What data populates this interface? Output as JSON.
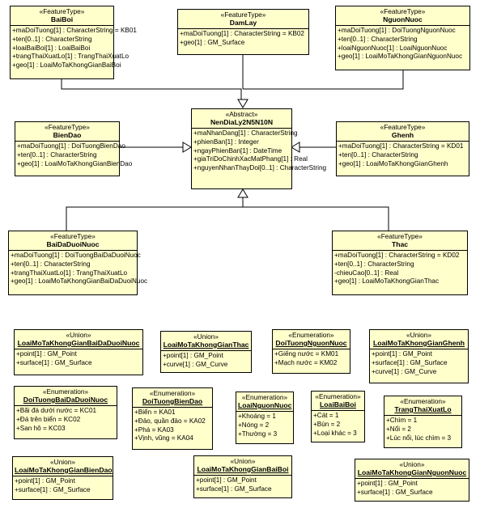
{
  "classes": {
    "baiboi": {
      "stereotype": "«FeatureType»",
      "name": "BaiBoi",
      "attributes": [
        "+maDoiTuong[1] : CharacterString = KB01",
        "+ten[0..1] : CharacterString",
        "+loaiBaiBoi[1] : LoaiBaiBoi",
        "+trangThaiXuatLo[1] : TrangThaiXuatLo",
        "+geo[1] : LoaiMoTaKhongGianBaiBoi"
      ]
    },
    "damlay": {
      "stereotype": "«FeatureType»",
      "name": "DamLay",
      "attributes": [
        "+maDoiTuong[1] : CharacterString = KB02",
        "+geo[1] : GM_Surface"
      ]
    },
    "nguonnuoc": {
      "stereotype": "«FeatureType»",
      "name": "NguonNuoc",
      "attributes": [
        "+maDoiTuong[1] : DoiTuongNguonNuoc",
        "+ten[0..1] : CharacterString",
        "+loaiNguonNuoc[1] : LoaiNguonNuoc",
        "+geo[1] : LoaiMoTaKhongGianNguonNuoc"
      ]
    },
    "abstract": {
      "stereotype": "«Abstract»",
      "name": "NenDiaLy2N5N10N",
      "attributes": [
        "+maNhanDang[1] : CharacterString",
        "+phienBan[1] : Integer",
        "+ngayPhienBan[1] : DateTime",
        "+giaTriDoChinhXacMatPhang[1] : Real",
        "+nguyenNhanThayDoi[0..1] : CharacterString"
      ]
    },
    "biendao": {
      "stereotype": "«FeatureType»",
      "name": "BienDao",
      "attributes": [
        "+maDoiTuong[1] : DoiTuongBienDao",
        "+ten[0..1] : CharacterString",
        "+geo[1] : LoaiMoTaKhongGianBienDao"
      ]
    },
    "ghenh": {
      "stereotype": "«FeatureType»",
      "name": "Ghenh",
      "attributes": [
        "+maDoiTuong[1] : CharacterString = KD01",
        "+ten[0..1] : CharacterString",
        "+geo[1] : LoaiMoTaKhongGianGhenh"
      ]
    },
    "baidaduoinuoc": {
      "stereotype": "«FeatureType»",
      "name": "BaiDaDuoiNuoc",
      "attributes": [
        "+maDoiTuong[1] : DoiTuongBaiDaDuoiNuoc",
        "+ten[0..1] : CharacterString",
        "+trangThaiXuatLo[1] : TrangThaiXuatLo",
        "+geo[1] : LoaiMoTaKhongGianBaiDaDuoiNuoc"
      ]
    },
    "thac": {
      "stereotype": "«FeatureType»",
      "name": "Thac",
      "attributes": [
        "+maDoiTuong[1] : CharacterString = KD02",
        "+ten[0..1] : CharacterString",
        "-chieuCao[0..1] : Real",
        "+geo[1] : LoaiMoTaKhongGianThac"
      ]
    },
    "u_baidaduoinuoc": {
      "stereotype": "«Union»",
      "name": "LoaiMoTaKhongGianBaiDaDuoiNuoc",
      "attributes": [
        "+point[1] : GM_Point",
        "+surface[1] : GM_Surface"
      ]
    },
    "u_thac": {
      "stereotype": "«Union»",
      "name": "LoaiMoTaKhongGianThac",
      "attributes": [
        "+point[1] : GM_Point",
        "+curve[1] : GM_Curve"
      ]
    },
    "e_doituongnguonnuoc": {
      "stereotype": "«Enumeration»",
      "name": "DoiTuongNguonNuoc",
      "attributes": [
        "+Giếng nước = KM01",
        "+Mạch nước = KM02"
      ]
    },
    "u_ghenh": {
      "stereotype": "«Union»",
      "name": "LoaiMoTaKhongGianGhenh",
      "attributes": [
        "+point[1] : GM_Point",
        "+surface[1] : GM_Surface",
        "+curve[1] : GM_Curve"
      ]
    },
    "e_doituongbaidaduoinuoc": {
      "stereotype": "«Enumeration»",
      "name": "DoiTuongBaiDaDuoiNuoc",
      "attributes": [
        "+Bãi đá dưới nước = KC01",
        "+Đá trên biển = KC02",
        "+San hô = KC03"
      ]
    },
    "e_doituongbiendao": {
      "stereotype": "«Enumeration»",
      "name": "DoiTuongBienDao",
      "attributes": [
        "+Biển = KA01",
        "+Đảo, quần đảo = KA02",
        "+Phá = KA03",
        "+Vịnh, vũng = KA04"
      ]
    },
    "e_loainguonnuoc": {
      "stereotype": "«Enumeration»",
      "name": "LoaiNguonNuoc",
      "attributes": [
        "+Khoáng = 1",
        "+Nóng = 2",
        "+Thường = 3"
      ]
    },
    "e_loaibaiboi": {
      "stereotype": "«Enumeration»",
      "name": "LoaiBaiBoi",
      "attributes": [
        "+Cát = 1",
        "+Bùn = 2",
        "+Loại khác = 3"
      ]
    },
    "e_trangthaixuatlo": {
      "stereotype": "«Enumeration»",
      "name": "TrangThaiXuatLo",
      "attributes": [
        "+Chìm = 1",
        "+Nổi = 2",
        "+Lúc nổi, lúc chìm = 3"
      ]
    },
    "u_biendao": {
      "stereotype": "«Union»",
      "name": "LoaiMoTaKhongGianBienDao",
      "attributes": [
        "+point[1] : GM_Point",
        "+surface[1] : GM_Surface"
      ]
    },
    "u_baiboi": {
      "stereotype": "«Union»",
      "name": "LoaiMoTaKhongGianBaiBoi",
      "attributes": [
        "+point[1] : GM_Point",
        "+surface[1] : GM_Surface"
      ]
    },
    "u_nguonnuoc": {
      "stereotype": "«Union»",
      "name": "LoaiMoTaKhongGianNguonNuoc",
      "attributes": [
        "+point[1] : GM_Point",
        "+surface[1] : GM_Surface"
      ]
    }
  },
  "colors": {
    "fill": "#ffffcc",
    "border": "#000000"
  }
}
